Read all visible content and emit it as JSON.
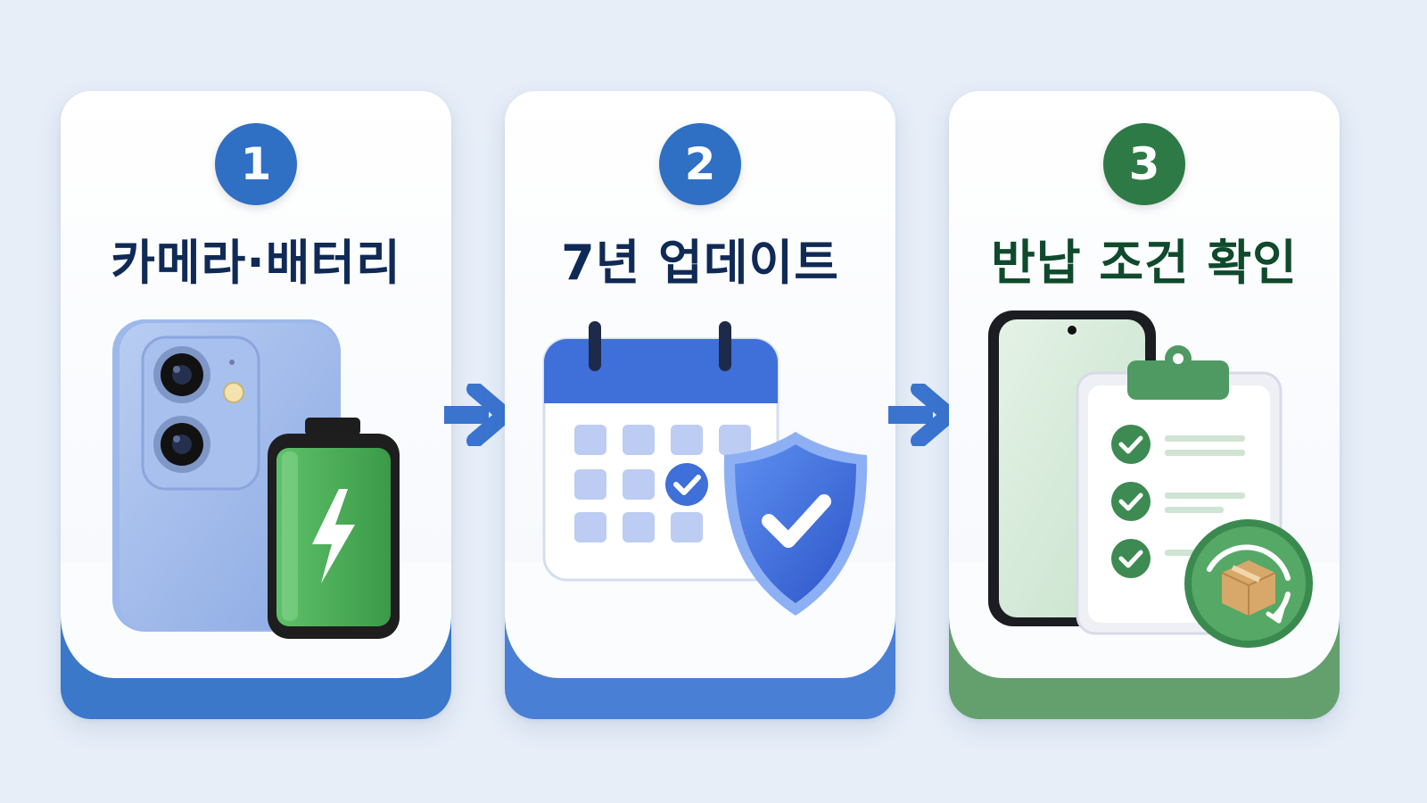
{
  "steps": [
    {
      "number": "1",
      "title": "카메라·배터리",
      "illustration": "phone-camera-battery",
      "accent": "#2f6fc4",
      "footer": "#3b78c9",
      "title_color": "#102a56"
    },
    {
      "number": "2",
      "title": "7년 업데이트",
      "illustration": "calendar-shield-check",
      "accent": "#2f6fc4",
      "footer": "#4a7fd6",
      "title_color": "#102a56"
    },
    {
      "number": "3",
      "title": "반납 조건 확인",
      "illustration": "phone-checklist-return-box",
      "accent": "#2e7a47",
      "footer": "#64a06e",
      "title_color": "#0f4a2c"
    }
  ],
  "colors": {
    "background": "#e7eef8",
    "arrow": "#3a74cf"
  }
}
